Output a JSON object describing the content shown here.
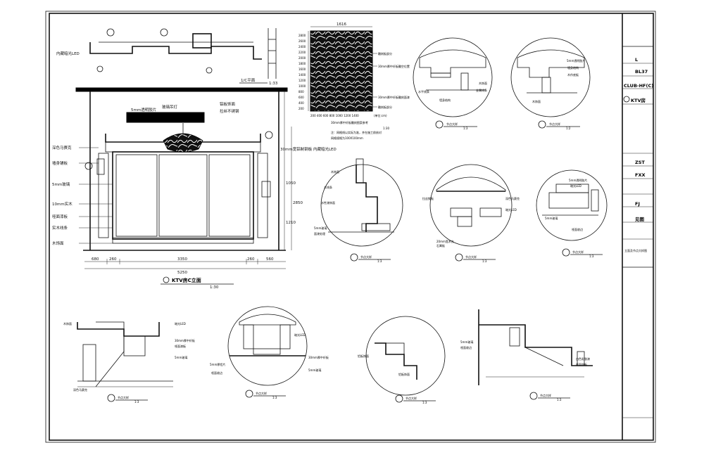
{
  "title_block": {
    "rows": [
      {
        "key": "r1",
        "value": "L"
      },
      {
        "key": "r2",
        "value": "BL37"
      },
      {
        "key": "r3",
        "value": "CLUB-HF(C)"
      },
      {
        "key": "r4",
        "value": "KTV房"
      },
      {
        "key": "r5",
        "value": "ZST"
      },
      {
        "key": "r6",
        "value": "FXX"
      },
      {
        "key": "r7",
        "value": "FJ"
      },
      {
        "key": "r8",
        "value": "见图"
      },
      {
        "key": "r9",
        "value": "立面及节点大样图"
      }
    ]
  },
  "elevation": {
    "title": "KTV房C立面",
    "scale": "1:30",
    "dims_bottom": [
      "680",
      "260",
      "3350",
      "260",
      "560"
    ],
    "dim_total": "5250",
    "dims_right": [
      "1050",
      "1210",
      "2850"
    ],
    "labels_left": [
      "深色马赛克",
      "墙身铺板",
      "5mm玻璃",
      "10mm实木",
      "哑面漆板",
      "实木线条",
      "木饰面"
    ],
    "labels_top": [
      "5mm透明胶片",
      "玻璃吊灯",
      "铝板饰面",
      "拉丝不锈钢"
    ],
    "label_right": "30mm宽铝制钢板 内藏暗光LED"
  },
  "plan": {
    "title": "1/C平面",
    "scale": "1:33",
    "label": "内藏暗光LED"
  },
  "panel_detail": {
    "dims_top": "1616",
    "dims_left": [
      "2800",
      "2600",
      "2400",
      "2200",
      "2000",
      "1800",
      "1600",
      "1400",
      "1200",
      "1000",
      "800",
      "600",
      "400",
      "200"
    ],
    "dims_bottom": "200 400 600 800 1000 1200 1400",
    "unit": "(单位:cm)",
    "labels": [
      "雕刻板部分",
      "30mm厚中纤板雕空位置",
      "30mm厚中纤板雕刻面漆",
      "雕刻板部分"
    ],
    "note1": "30mm厚中纤板雕刻图案参考",
    "note2": "注：网格线以实际为准，并在施工前核对",
    "note3": "网格规格为100X100mm",
    "scale": "1:30"
  },
  "details": [
    {
      "id": "D1",
      "title": "节点大样",
      "scale": "1:3",
      "labels": [
        "水平线条",
        "木饰面",
        "墙身结构",
        "金属线条"
      ]
    },
    {
      "id": "D2",
      "title": "节点大样",
      "scale": "1:2",
      "labels": [
        "5mm透明胶片",
        "木饰面",
        "墙身结构",
        "木作底板"
      ]
    },
    {
      "id": "D3",
      "title": "节点大样",
      "scale": "1:3",
      "labels": [
        "木饰面",
        "木线条",
        "水性漆饰面",
        "5mm玻璃",
        "面漆处理"
      ]
    },
    {
      "id": "D4",
      "title": "节点大样",
      "scale": "1:3",
      "labels": [
        "拉丝钢板",
        "深色马赛克",
        "暗光LED",
        "20mm宽木方",
        "石膏板"
      ]
    },
    {
      "id": "D5",
      "title": "节点大样",
      "scale": "1:3",
      "labels": [
        "5mm透明胶片",
        "暗光LED",
        "5mm玻璃",
        "哑面收边"
      ]
    },
    {
      "id": "D6",
      "title": "节点大样",
      "scale": "1:3",
      "labels": [
        "木饰面",
        "暗光LED",
        "30mm厚中纤板",
        "哑面漆板",
        "5mm玻璃",
        "深色马赛克"
      ]
    },
    {
      "id": "D7",
      "title": "节点大样",
      "scale": "1:3",
      "labels": [
        "5mm厚铝片",
        "暗光LED",
        "30mm厚中纤板",
        "5mm玻璃",
        "哑面收边"
      ]
    },
    {
      "id": "D8",
      "title": "节点大样",
      "scale": "1:3",
      "labels": [
        "铝板饰面",
        "铝板饰面"
      ]
    },
    {
      "id": "D9",
      "title": "节点大样",
      "scale": "1:3",
      "labels": [
        "5mm玻璃",
        "哑面收边",
        "白色乳胶漆",
        "哑面饰板"
      ]
    }
  ]
}
